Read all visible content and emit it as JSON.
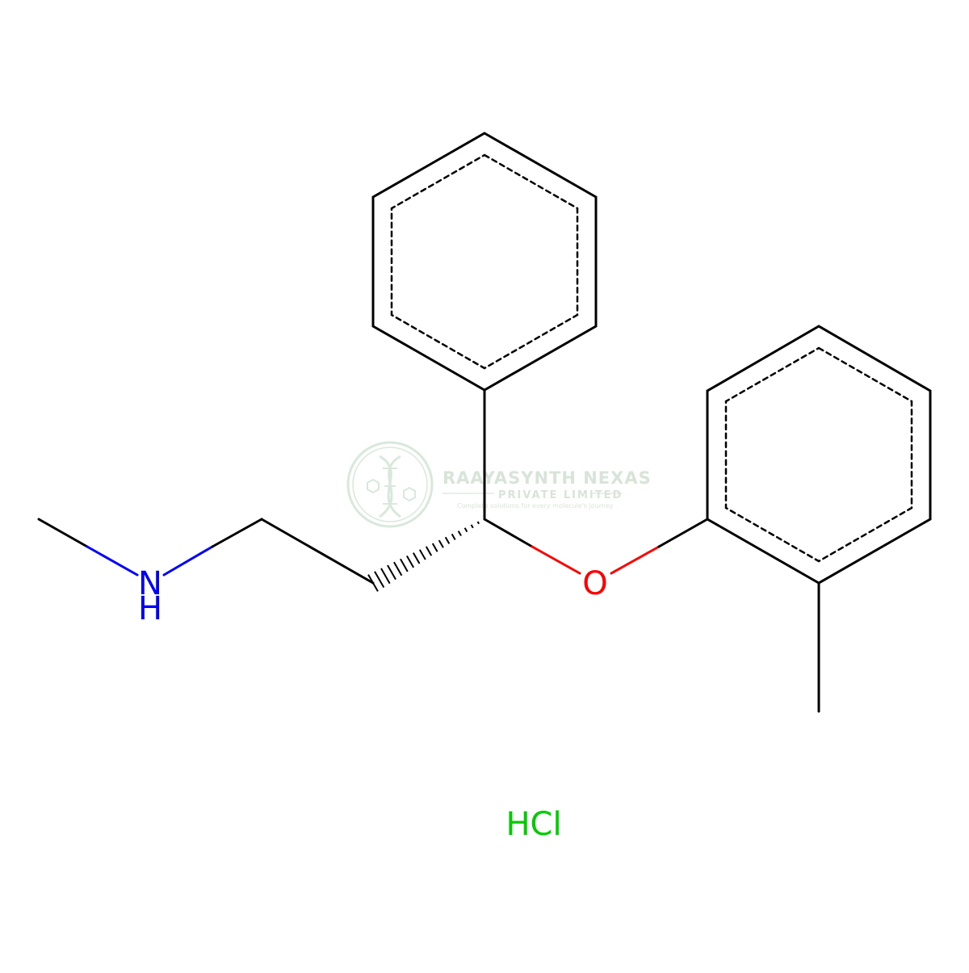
{
  "molecule": {
    "atoms": {
      "nitrogen": {
        "symbol": "N",
        "hydrogen": "H",
        "color": "#0000ff"
      },
      "oxygen": {
        "symbol": "O",
        "color": "#ff0000"
      }
    },
    "counterion": {
      "label": "HCl",
      "color": "#00cc00"
    },
    "bond_color": "#000000"
  },
  "watermark": {
    "company": "RAAYASYNTH NEXAS",
    "subtitle": "PRIVATE LIMITED",
    "tagline": "Complete solutions for every molecule's journey",
    "color": "#c8dccd"
  }
}
